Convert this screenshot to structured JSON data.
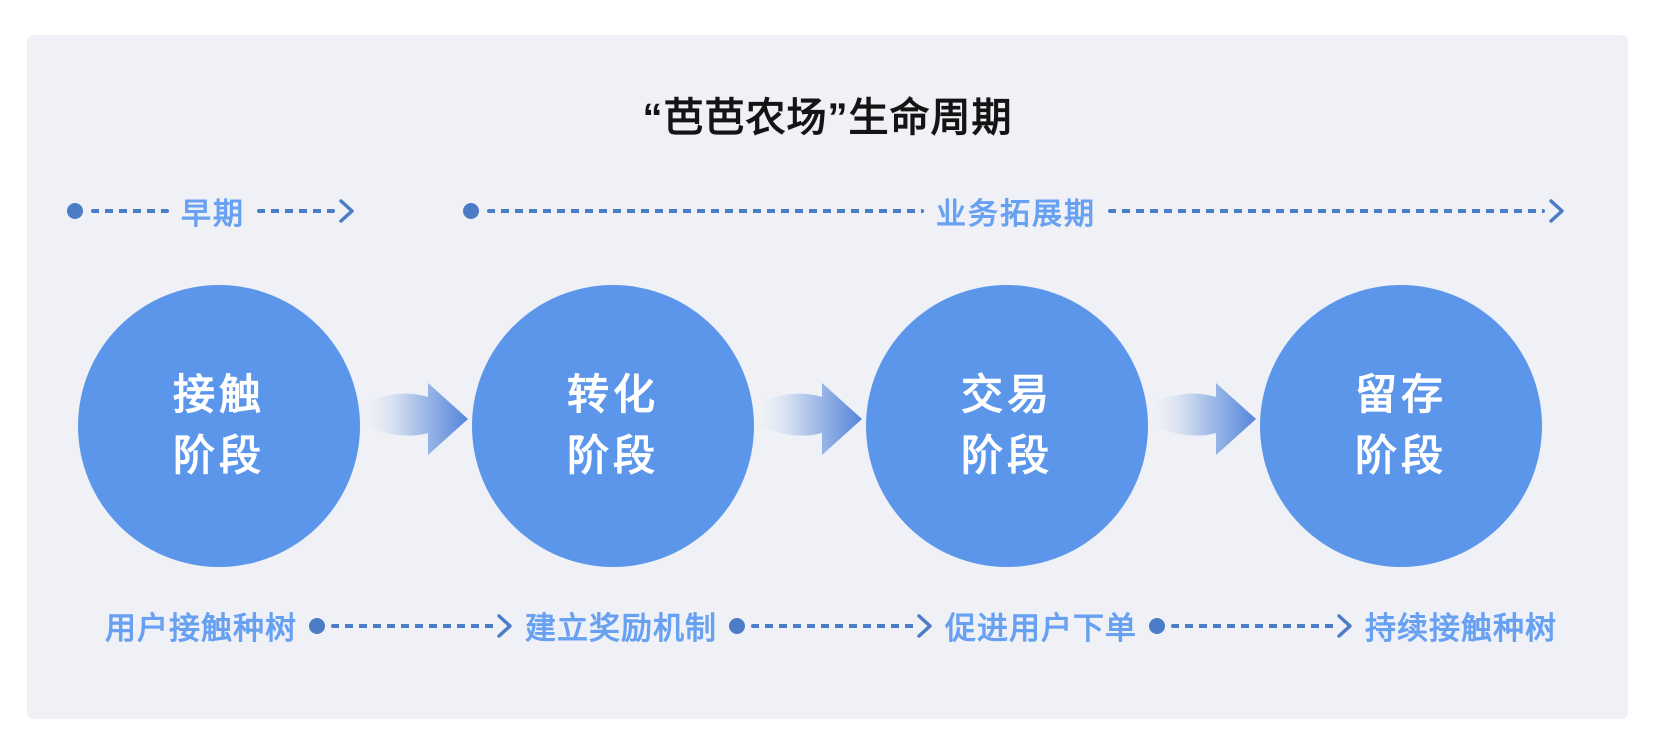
{
  "title": "“芭芭农场”生命周期",
  "timeline": {
    "early_phase_label": "早期",
    "expansion_phase_label": "业务拓展期"
  },
  "stages": [
    {
      "name_line1": "接触",
      "name_line2": "阶段",
      "note": "用户接触种树"
    },
    {
      "name_line1": "转化",
      "name_line2": "阶段",
      "note": "建立奖励机制"
    },
    {
      "name_line1": "交易",
      "name_line2": "阶段",
      "note": "促进用户下单"
    },
    {
      "name_line1": "留存",
      "name_line2": "阶段",
      "note": "持续接触种树"
    }
  ],
  "colors": {
    "panel_bg": "#eff1f6",
    "circle_fill": "#5b96eb",
    "label_blue": "#68a1f2",
    "dash_blue": "#4d7cc7",
    "title_color": "#141414",
    "arrow_head_blue": "#5585db"
  }
}
